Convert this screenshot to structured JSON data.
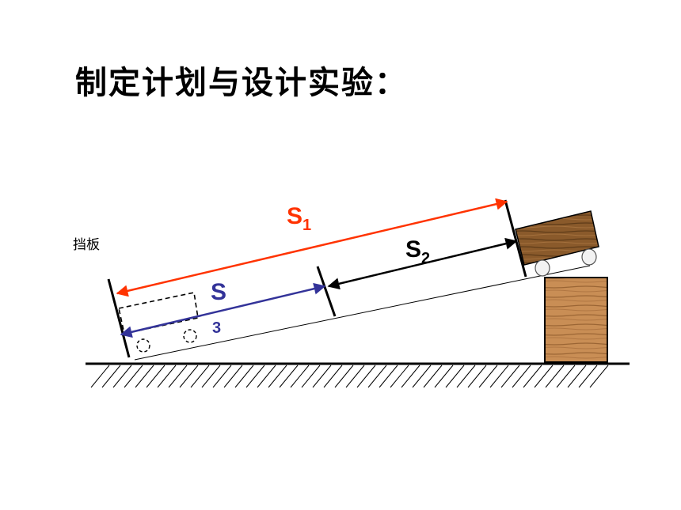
{
  "title": "制定计划与设计实验：",
  "baffle_label": "挡板",
  "labels": {
    "s1_main": "S",
    "s1_sub": "1",
    "s2_main": "S",
    "s2_sub": "2",
    "s3_main": "S",
    "s3_sub": "3"
  },
  "colors": {
    "s1": "#ff3300",
    "s2": "#000000",
    "s3": "#333399",
    "wood_light": "#c98e55",
    "wood_dark": "#8a5a2b"
  }
}
